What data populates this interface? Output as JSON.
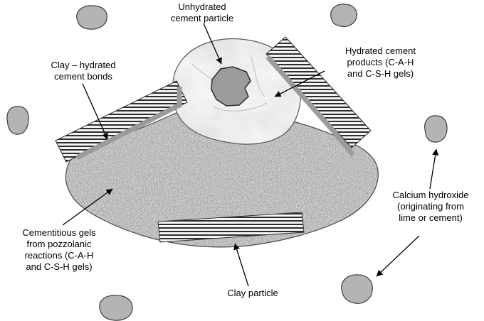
{
  "figure": {
    "background": "#ffffff",
    "labels": {
      "unhydrated_cement": "Unhydrated\ncement particle",
      "hydrated_products": "Hydrated cement\nproducts (C-A-H\nand C-S-H gels)",
      "clay_cement_bonds": "Clay – hydrated\ncement bonds",
      "cementitious_gels": "Cementitious gels\nfrom pozzolanic\nreactions (C-A-H\nand C-S-H gels)",
      "clay_particle": "Clay particle",
      "calcium_hydroxide": "Calcium hydroxide\n(originating from\nlime or cement)"
    },
    "colors": {
      "bond_gray": "#9b9b9b",
      "unhydrated_fill": "#9c9c9c",
      "calcium_fill": "#b4b4b4",
      "outline": "#3c3c3c",
      "arrow": "#000000"
    }
  }
}
